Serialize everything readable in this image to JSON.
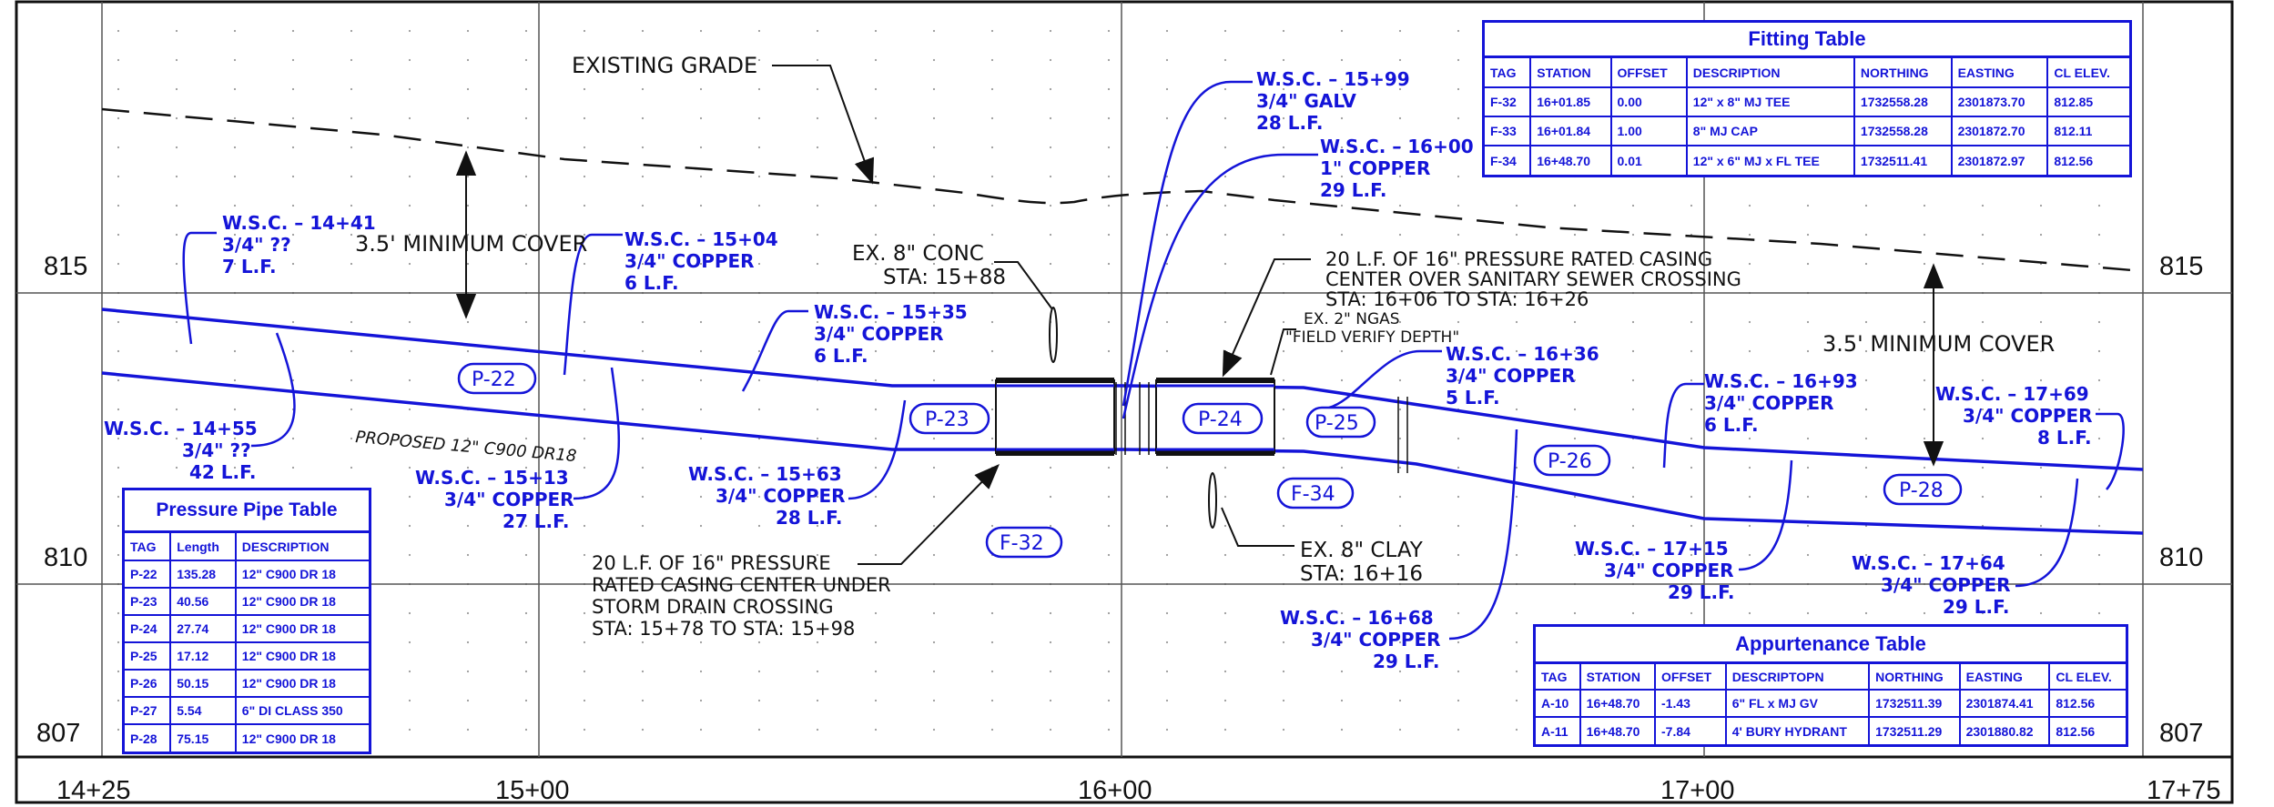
{
  "axes": {
    "elevations": [
      "815",
      "810",
      "807"
    ],
    "stations": [
      "14+25",
      "15+00",
      "16+00",
      "17+00",
      "17+75"
    ]
  },
  "labels": {
    "existing_grade": "EXISTING GRADE",
    "min_cover": "3.5' MINIMUM COVER",
    "proposed_pipe": "PROPOSED 12\" C900 DR18",
    "ngas_1": "EX. 2\" NGAS",
    "ngas_2": "\"FIELD VERIFY DEPTH\"",
    "conc_1": "EX. 8\" CONC",
    "conc_2": "STA: 15+88",
    "clay_1": "EX. 8\" CLAY",
    "clay_2": "STA: 16+16",
    "casing_left": [
      "20 L.F. OF 16\" PRESSURE",
      "RATED CASING  CENTER UNDER",
      "STORM DRAIN CROSSING",
      "STA: 15+78 TO STA: 15+98"
    ],
    "casing_right": [
      "20 L.F. OF 16\" PRESSURE RATED CASING",
      "CENTER OVER SANITARY SEWER CROSSING",
      "STA: 16+06 TO STA: 16+26"
    ]
  },
  "tags": {
    "p22": "P-22",
    "p23": "P-23",
    "p24": "P-24",
    "p25": "P-25",
    "p26": "P-26",
    "p28": "P-28",
    "f32": "F-32",
    "f34": "F-34"
  },
  "services": [
    {
      "sta": "W.S.C. – 14+41",
      "size": "3/4\" ??",
      "len": "7 L.F."
    },
    {
      "sta": "W.S.C. – 14+55",
      "size": "3/4\" ??",
      "len": "42 L.F."
    },
    {
      "sta": "W.S.C. – 15+04",
      "size": "3/4\" COPPER",
      "len": "6 L.F."
    },
    {
      "sta": "W.S.C. – 15+13",
      "size": "3/4\" COPPER",
      "len": "27 L.F."
    },
    {
      "sta": "W.S.C. – 15+35",
      "size": "3/4\" COPPER",
      "len": "6 L.F."
    },
    {
      "sta": "W.S.C. – 15+63",
      "size": "3/4\" COPPER",
      "len": "28 L.F."
    },
    {
      "sta": "W.S.C. – 15+99",
      "size": "3/4\" GALV",
      "len": "28 L.F."
    },
    {
      "sta": "W.S.C. – 16+00",
      "size": "1\" COPPER",
      "len": "29 L.F."
    },
    {
      "sta": "W.S.C. – 16+36",
      "size": "3/4\" COPPER",
      "len": "5 L.F."
    },
    {
      "sta": "W.S.C. – 16+68",
      "size": "3/4\" COPPER",
      "len": "29 L.F."
    },
    {
      "sta": "W.S.C. – 16+93",
      "size": "3/4\" COPPER",
      "len": "6 L.F."
    },
    {
      "sta": "W.S.C. – 17+15",
      "size": "3/4\" COPPER",
      "len": "29 L.F."
    },
    {
      "sta": "W.S.C. – 17+64",
      "size": "3/4\" COPPER",
      "len": "29 L.F."
    },
    {
      "sta": "W.S.C. – 17+69",
      "size": "3/4\" COPPER",
      "len": "8 L.F."
    }
  ],
  "fitting_table": {
    "title": "Fitting Table",
    "headers": [
      "TAG",
      "STATION",
      "OFFSET",
      "DESCRIPTION",
      "NORTHING",
      "EASTING",
      "CL ELEV."
    ],
    "rows": [
      [
        "F-32",
        "16+01.85",
        "0.00",
        "12\" x 8\" MJ TEE",
        "1732558.28",
        "2301873.70",
        "812.85"
      ],
      [
        "F-33",
        "16+01.84",
        "1.00",
        "8\" MJ CAP",
        "1732558.28",
        "2301872.70",
        "812.11"
      ],
      [
        "F-34",
        "16+48.70",
        "0.01",
        "12\" x 6\" MJ x FL TEE",
        "1732511.41",
        "2301872.97",
        "812.56"
      ]
    ]
  },
  "appurtenance_table": {
    "title": "Appurtenance Table",
    "headers": [
      "TAG",
      "STATION",
      "OFFSET",
      "DESCRIPTOPN",
      "NORTHING",
      "EASTING",
      "CL ELEV."
    ],
    "rows": [
      [
        "A-10",
        "16+48.70",
        "-1.43",
        "6\" FL x MJ GV",
        "1732511.39",
        "2301874.41",
        "812.56"
      ],
      [
        "A-11",
        "16+48.70",
        "-7.84",
        "4' BURY HYDRANT",
        "1732511.29",
        "2301880.82",
        "812.56"
      ]
    ]
  },
  "pipe_table": {
    "title": "Pressure Pipe Table",
    "headers": [
      "TAG",
      "Length",
      "DESCRIPTION"
    ],
    "rows": [
      [
        "P-22",
        "135.28",
        "12\" C900 DR 18"
      ],
      [
        "P-23",
        "40.56",
        "12\" C900 DR 18"
      ],
      [
        "P-24",
        "27.74",
        "12\" C900 DR 18"
      ],
      [
        "P-25",
        "17.12",
        "12\" C900 DR 18"
      ],
      [
        "P-26",
        "50.15",
        "12\" C900 DR 18"
      ],
      [
        "P-27",
        "5.54",
        "6\" DI CLASS 350"
      ],
      [
        "P-28",
        "75.15",
        "12\" C900 DR 18"
      ]
    ]
  }
}
